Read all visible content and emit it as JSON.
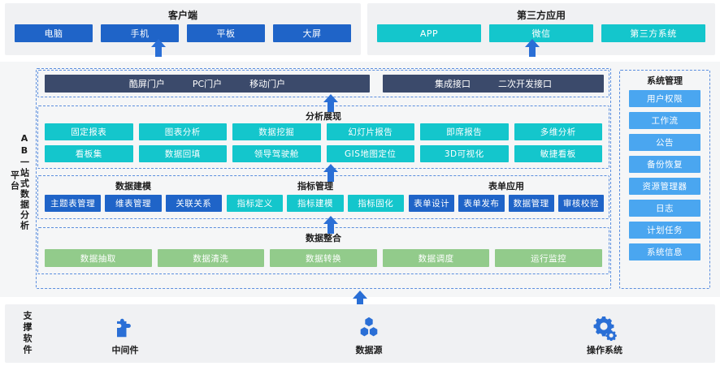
{
  "colors": {
    "blue": "#1f64c8",
    "teal": "#14c6cc",
    "green": "#92cb8b",
    "light_blue": "#4aa6f0",
    "navy": "#3b4a6b",
    "dashed_border": "#5b8ede",
    "panel_bg": "#f0f1f3",
    "platform_bg": "#f5f6f7",
    "arrow": "#2a6fd6"
  },
  "top": {
    "client": {
      "title": "客户端",
      "items": [
        "电脑",
        "手机",
        "平板",
        "大屏"
      ]
    },
    "third_party": {
      "title": "第三方应用",
      "items": [
        "APP",
        "微信",
        "第三方系统"
      ]
    }
  },
  "platform": {
    "vertical_label_main": "AB一站式数据分析",
    "vertical_label_secondary": "平台",
    "portal_bar": [
      "酷屏门户",
      "PC门户",
      "移动门户"
    ],
    "interface_bar": [
      "集成接口",
      "二次开发接口"
    ],
    "analysis": {
      "title": "分析展现",
      "row1": [
        "固定报表",
        "图表分析",
        "数据挖掘",
        "幻灯片报告",
        "即席报告",
        "多维分析"
      ],
      "row2": [
        "看板集",
        "数据回填",
        "领导驾驶舱",
        "GIS地图定位",
        "3D可视化",
        "敏捷看板"
      ]
    },
    "middle": {
      "modeling": {
        "title": "数据建模",
        "items": [
          "主题表管理",
          "维表管理",
          "关联关系"
        ]
      },
      "indicator": {
        "title": "指标管理",
        "items": [
          "指标定义",
          "指标建模",
          "指标固化"
        ]
      },
      "form": {
        "title": "表单应用",
        "items": [
          "表单设计",
          "表单发布",
          "数据管理",
          "审核校验"
        ]
      }
    },
    "integration": {
      "title": "数据整合",
      "items": [
        "数据抽取",
        "数据清洗",
        "数据转换",
        "数据调度",
        "运行监控"
      ]
    },
    "system_management": {
      "title": "系统管理",
      "items": [
        "用户权限",
        "工作流",
        "公告",
        "备份恢复",
        "资源管理器",
        "日志",
        "计划任务",
        "系统信息"
      ]
    }
  },
  "bottom": {
    "vertical_label": "支撑软件",
    "items": [
      {
        "label": "中间件",
        "icon": "puzzle-piece-icon"
      },
      {
        "label": "数据源",
        "icon": "hexagon-cluster-icon"
      },
      {
        "label": "操作系统",
        "icon": "gears-icon"
      }
    ]
  }
}
